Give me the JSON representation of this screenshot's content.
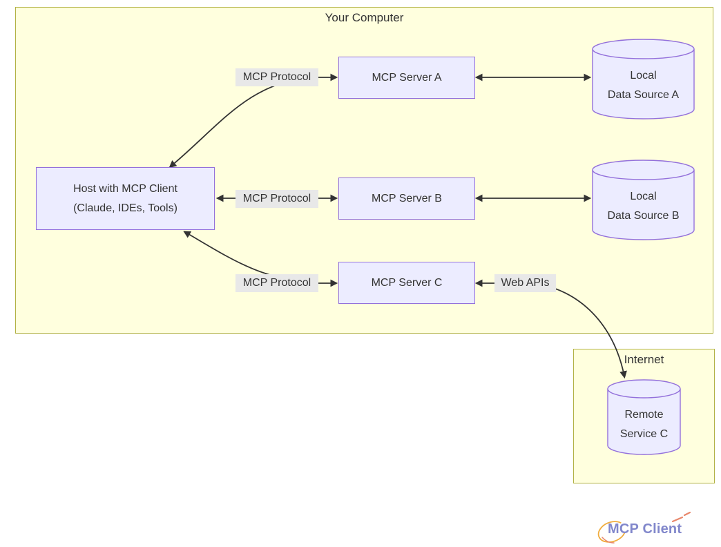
{
  "clusters": {
    "your_computer": {
      "title": "Your Computer"
    },
    "internet": {
      "title": "Internet"
    }
  },
  "nodes": {
    "host": {
      "line1": "Host with MCP Client",
      "line2": "(Claude, IDEs, Tools)"
    },
    "server_a": {
      "label": "MCP Server A"
    },
    "server_b": {
      "label": "MCP Server B"
    },
    "server_c": {
      "label": "MCP Server C"
    },
    "data_source_a": {
      "line1": "Local",
      "line2": "Data Source A"
    },
    "data_source_b": {
      "line1": "Local",
      "line2": "Data Source B"
    },
    "remote_service_c": {
      "line1": "Remote",
      "line2": "Service C"
    }
  },
  "edges": {
    "host_server_a_label": "MCP Protocol",
    "host_server_b_label": "MCP Protocol",
    "host_server_c_label": "MCP Protocol",
    "server_c_remote_label": "Web APIs"
  },
  "watermark": {
    "text": "MCP Client"
  },
  "colors": {
    "cluster_fill": "#ffffde",
    "cluster_border": "#aaaa33",
    "node_fill": "#ececff",
    "node_border": "#9370db",
    "edge_line": "#333333",
    "edge_label_bg": "#e8e8e8",
    "text": "#333333",
    "watermark_text": "#8187cb",
    "watermark_arc": "#f0ad3f",
    "watermark_dash": "#e8876b"
  }
}
